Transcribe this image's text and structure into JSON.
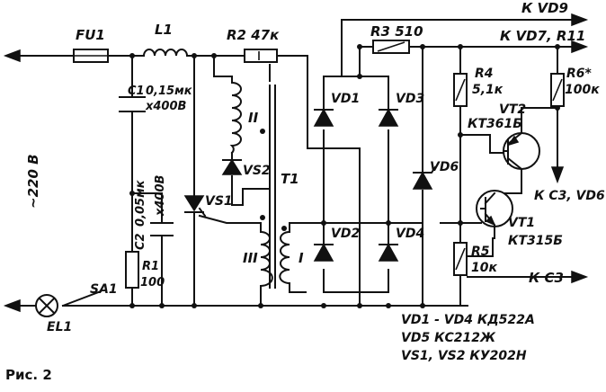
{
  "figure_caption": "Рис. 2",
  "mains_label": "~220 В",
  "outputs": {
    "to_vd9": "К VD9",
    "to_vd7_r11": "К VD7, R11",
    "to_c3_vd6": "К С3, VD6",
    "to_c3": "К С3"
  },
  "components": {
    "fu1": "FU1",
    "l1": "L1",
    "c1_ref": "C1",
    "c1_val": "0,15мк",
    "c1_volt": "x400В",
    "c2_ref": "C2",
    "c2_val": "0,05мк",
    "c2_volt": "x400В",
    "r1_ref": "R1",
    "r1_val": "100",
    "r2": "R2 47к",
    "r3": "R3 510",
    "r4_ref": "R4",
    "r4_val": "5,1к",
    "r5_ref": "R5",
    "r5_val": "10к",
    "r6_ref": "R6*",
    "r6_val": "100к",
    "t1": "T1",
    "winding_1": "I",
    "winding_2": "II",
    "winding_3": "III",
    "vs1": "VS1",
    "vs2": "VS2",
    "vd1": "VD1",
    "vd2": "VD2",
    "vd3": "VD3",
    "vd4": "VD4",
    "vd6": "VD6",
    "vt1_ref": "VT1",
    "vt1_type": "КТ315Б",
    "vt2_ref": "VT2",
    "vt2_type": "КТ361Б",
    "el1": "EL1",
    "sa1": "SA1"
  },
  "parts_list": [
    "VD1 - VD4  КД522А",
    "VD5  КС212Ж",
    "VS1, VS2  КУ202Н"
  ]
}
